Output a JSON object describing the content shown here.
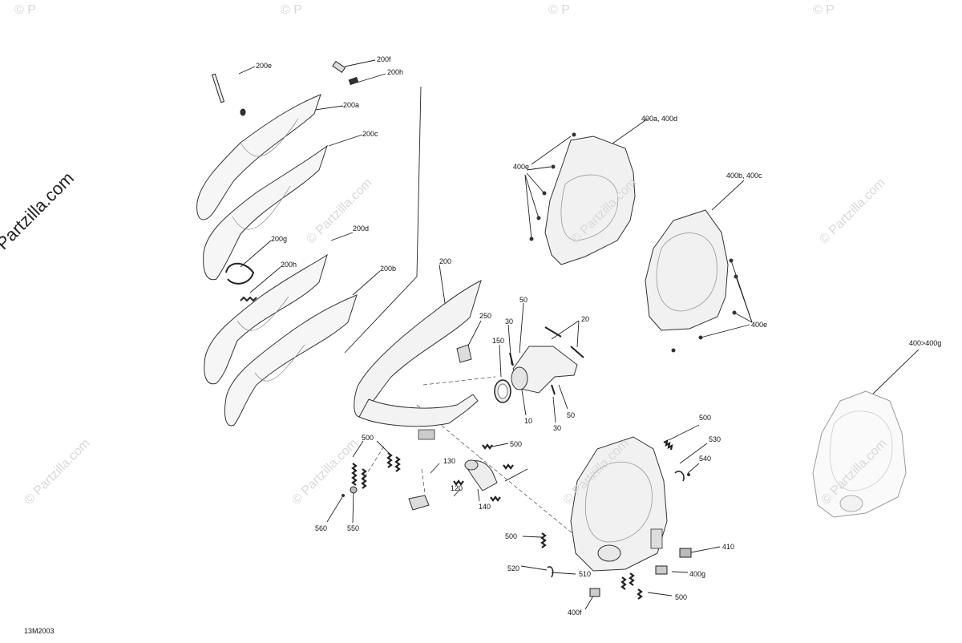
{
  "watermark": {
    "text": "© Partzilla.com",
    "small_text": "© Partzilla.com",
    "partial_text": "© P"
  },
  "figure_code": "13M2003",
  "labels": {
    "l200e": "200e",
    "l200f": "200f",
    "l200h_top": "200h",
    "l200a": "200a",
    "l200c": "200c",
    "l200g": "200g",
    "l200d": "200d",
    "l200h": "200h",
    "l200b": "200b",
    "l200": "200",
    "l250": "250",
    "l50a": "50",
    "l30a": "30",
    "l20": "20",
    "l150": "150",
    "l10": "10",
    "l50b": "50",
    "l30b": "30",
    "l500a": "500",
    "l500b": "500",
    "l130": "130",
    "l120": "120",
    "l140": "140",
    "l560": "560",
    "l550": "550",
    "l400ad": "400a, 400d",
    "l400e_left": "400e",
    "l400bc": "400b, 400c",
    "l400e_right": "400e",
    "l400_range": "400>400g",
    "l500c": "500",
    "l530": "530",
    "l540": "540",
    "l500d": "500",
    "l410": "410",
    "l520": "520",
    "l510": "510",
    "l400g": "400g",
    "l400f": "400f",
    "l500e": "500"
  }
}
